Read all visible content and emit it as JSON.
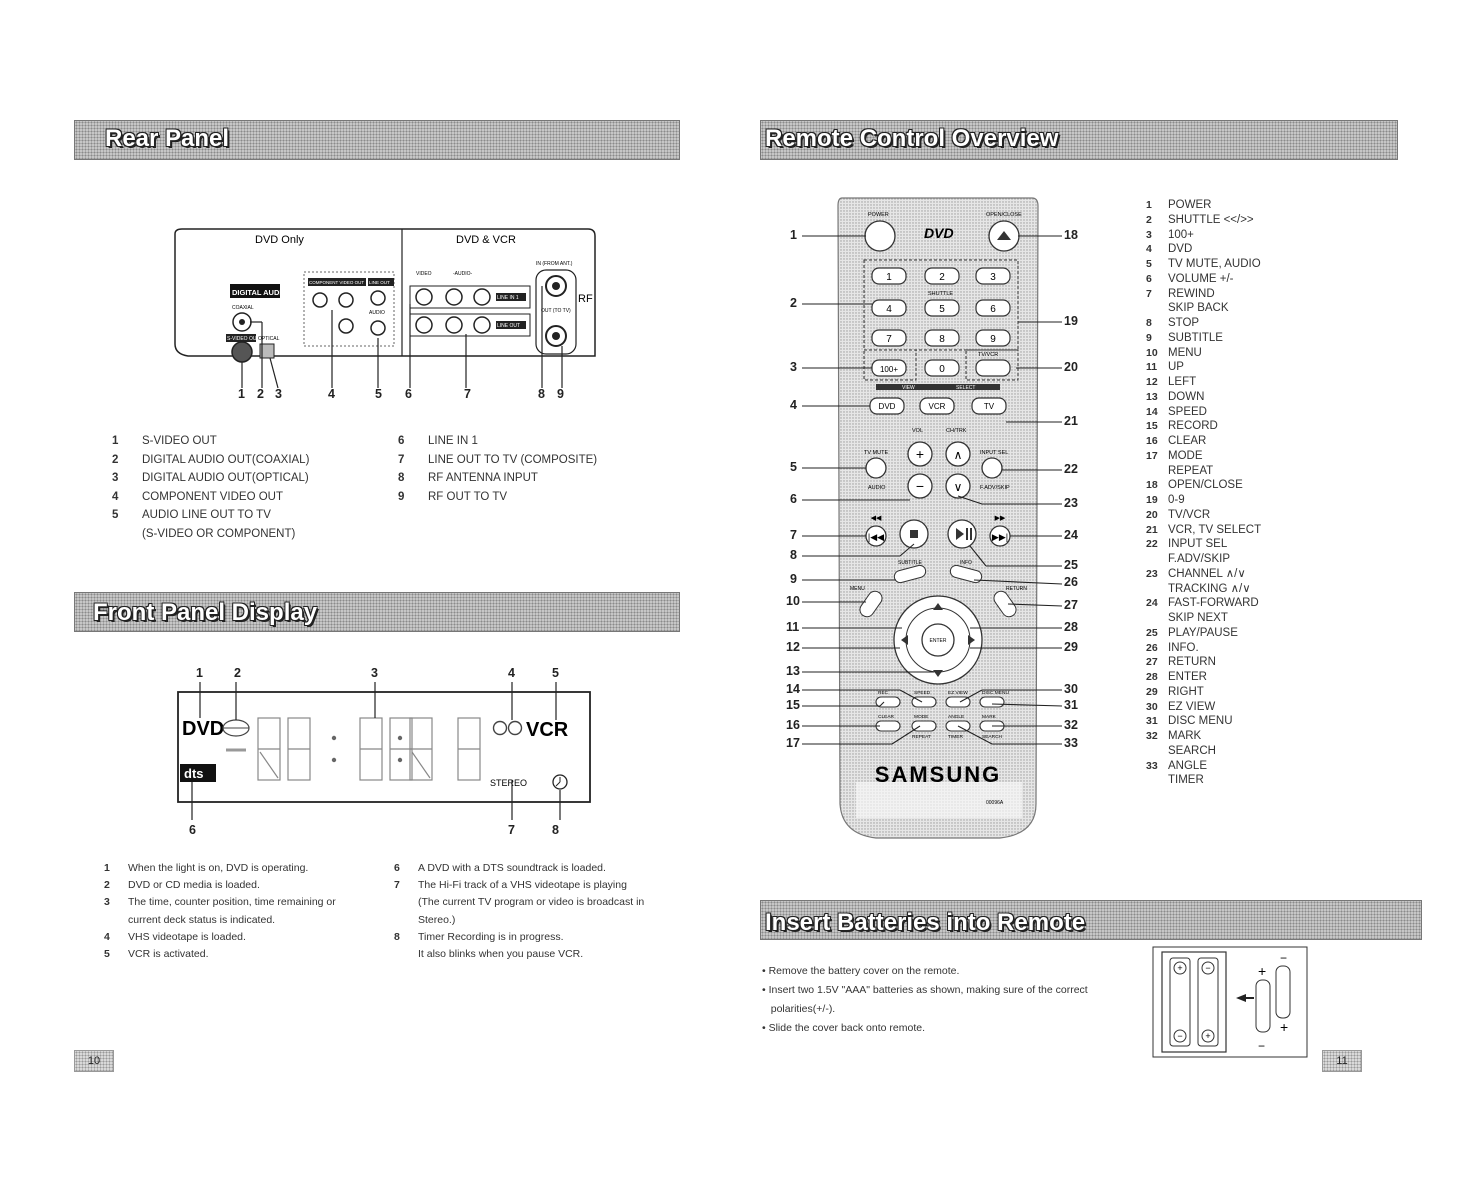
{
  "sections": {
    "rear_panel": "Rear Panel",
    "remote_overview": "Remote Control Overview",
    "front_panel": "Front Panel Display",
    "insert_batteries": "Insert Batteries into Remote"
  },
  "rear_diagram": {
    "dvd_only": "DVD Only",
    "dvd_vcr": "DVD & VCR",
    "digital_audio_out": "DIGITAL AUDIO OUT",
    "coaxial": "COAXIAL",
    "optical": "OPTICAL",
    "svideo_out": "S-VIDEO OUT",
    "component_video_out": "COMPONENT VIDEO OUT",
    "line_out": "LINE OUT",
    "audio": "AUDIO",
    "video": "VIDEO",
    "audio_lr": "-AUDIO-",
    "line_in_1": "LINE IN 1",
    "line_out2": "LINE OUT",
    "in_from_ant": "IN (FROM ANT.)",
    "out_to_tv": "OUT (TO TV)",
    "rf": "RF",
    "callouts": [
      "1",
      "2",
      "3",
      "4",
      "5",
      "6",
      "7",
      "8",
      "9"
    ]
  },
  "rear_list_left": [
    {
      "n": "1",
      "t": "S-VIDEO OUT"
    },
    {
      "n": "2",
      "t": "DIGITAL AUDIO OUT(COAXIAL)"
    },
    {
      "n": "3",
      "t": "DIGITAL AUDIO OUT(OPTICAL)"
    },
    {
      "n": "4",
      "t": "COMPONENT VIDEO OUT"
    },
    {
      "n": "5",
      "t": "AUDIO LINE OUT TO TV"
    },
    {
      "n": "",
      "t": "(S-VIDEO OR COMPONENT)"
    }
  ],
  "rear_list_right": [
    {
      "n": "6",
      "t": "LINE IN 1"
    },
    {
      "n": "7",
      "t": "LINE OUT TO TV (COMPOSITE)"
    },
    {
      "n": "8",
      "t": "RF ANTENNA INPUT"
    },
    {
      "n": "9",
      "t": "RF OUT TO TV"
    }
  ],
  "front_diagram": {
    "dvd": "DVD",
    "vcr": "VCR",
    "dts": "dts",
    "stereo": "STEREO",
    "top_callouts": [
      "1",
      "2",
      "3",
      "4",
      "5"
    ],
    "bottom_callouts": [
      "6",
      "7",
      "8"
    ]
  },
  "front_list_left": [
    {
      "n": "1",
      "t": "When the light is on, DVD is operating."
    },
    {
      "n": "2",
      "t": "DVD or CD media is loaded."
    },
    {
      "n": "3",
      "t": "The time, counter position, time remaining or"
    },
    {
      "n": "",
      "t": "current deck status is indicated."
    },
    {
      "n": "4",
      "t": "VHS videotape is loaded."
    },
    {
      "n": "5",
      "t": "VCR is activated."
    }
  ],
  "front_list_right": [
    {
      "n": "6",
      "t": "A DVD with a DTS soundtrack is loaded."
    },
    {
      "n": "7",
      "t": "The Hi-Fi track of a VHS videotape is playing"
    },
    {
      "n": "",
      "t": "(The current TV program or video is broadcast in"
    },
    {
      "n": "",
      "t": "Stereo.)"
    },
    {
      "n": "8",
      "t": "Timer Recording is in progress."
    },
    {
      "n": "",
      "t": "It also blinks when you pause VCR."
    }
  ],
  "remote": {
    "brand": "SAMSUNG",
    "model": "00096A",
    "power": "POWER",
    "open_close": "OPEN/CLOSE",
    "shuttle": "SHUTTLE",
    "tv_vcr": "TV/VCR",
    "view": "VIEW",
    "select": "SELECT",
    "dvd": "DVD",
    "vcr": "VCR",
    "tv": "TV",
    "vol": "VOL",
    "ch_trk": "CH/TRK",
    "tv_mute": "TV MUTE",
    "audio": "AUDIO",
    "input_sel": "INPUT SEL",
    "fadv_skip": "F.ADV/SKIP",
    "enter": "ENTER",
    "subtitle": "SUBTITLE",
    "info": "INFO",
    "menu": "MENU",
    "return": "RETURN",
    "rec": "REC",
    "speed": "SPEED",
    "ez_view": "EZ VIEW",
    "disc_menu": "DISC MENU",
    "clear": "CLEAR",
    "mode": "MODE",
    "angle": "ANGLE",
    "mark": "MARK",
    "repeat": "REPEAT",
    "timer": "TIMER",
    "search": "SEARCH",
    "digits": [
      "1",
      "2",
      "3",
      "4",
      "5",
      "6",
      "7",
      "8",
      "9",
      "100+",
      "0"
    ],
    "left_callouts": [
      "1",
      "2",
      "3",
      "4",
      "5",
      "6",
      "7",
      "8",
      "9",
      "10",
      "11",
      "12",
      "13",
      "14",
      "15",
      "16",
      "17"
    ],
    "right_callouts": [
      "18",
      "19",
      "20",
      "21",
      "22",
      "23",
      "24",
      "25",
      "26",
      "27",
      "28",
      "29",
      "30",
      "31",
      "32",
      "33"
    ]
  },
  "remote_list": [
    {
      "n": "1",
      "t": "POWER"
    },
    {
      "n": "2",
      "t": "SHUTTLE <</>>"
    },
    {
      "n": "3",
      "t": "100+"
    },
    {
      "n": "4",
      "t": "DVD"
    },
    {
      "n": "5",
      "t": "TV MUTE, AUDIO"
    },
    {
      "n": "6",
      "t": "VOLUME +/-"
    },
    {
      "n": "7",
      "t": "REWIND"
    },
    {
      "n": "",
      "t": "SKIP BACK"
    },
    {
      "n": "8",
      "t": "STOP"
    },
    {
      "n": "9",
      "t": "SUBTITLE"
    },
    {
      "n": "10",
      "t": "MENU"
    },
    {
      "n": "11",
      "t": "UP"
    },
    {
      "n": "12",
      "t": "LEFT"
    },
    {
      "n": "13",
      "t": "DOWN"
    },
    {
      "n": "14",
      "t": "SPEED"
    },
    {
      "n": "15",
      "t": "RECORD"
    },
    {
      "n": "16",
      "t": "CLEAR"
    },
    {
      "n": "17",
      "t": "MODE"
    },
    {
      "n": "",
      "t": "REPEAT"
    },
    {
      "n": "18",
      "t": "OPEN/CLOSE"
    },
    {
      "n": "19",
      "t": "0-9"
    },
    {
      "n": "20",
      "t": "TV/VCR"
    },
    {
      "n": "21",
      "t": "VCR, TV SELECT"
    },
    {
      "n": "22",
      "t": "INPUT SEL"
    },
    {
      "n": "",
      "t": "F.ADV/SKIP"
    },
    {
      "n": "23",
      "t": "CHANNEL ∧/∨"
    },
    {
      "n": "",
      "t": "TRACKING ∧/∨"
    },
    {
      "n": "24",
      "t": "FAST-FORWARD"
    },
    {
      "n": "",
      "t": "SKIP NEXT"
    },
    {
      "n": "25",
      "t": "PLAY/PAUSE"
    },
    {
      "n": "26",
      "t": "INFO."
    },
    {
      "n": "27",
      "t": "RETURN"
    },
    {
      "n": "28",
      "t": "ENTER"
    },
    {
      "n": "29",
      "t": "RIGHT"
    },
    {
      "n": "30",
      "t": "EZ VIEW"
    },
    {
      "n": "31",
      "t": "DISC MENU"
    },
    {
      "n": "32",
      "t": "MARK"
    },
    {
      "n": "",
      "t": "SEARCH"
    },
    {
      "n": "33",
      "t": "ANGLE"
    },
    {
      "n": "",
      "t": "TIMER"
    }
  ],
  "battery_bullets": [
    "• Remove the battery cover on the remote.",
    "• Insert two 1.5V \"AAA\" batteries as shown, making sure of the correct",
    "   polarities(+/-).",
    "• Slide the cover back onto remote."
  ],
  "page_numbers": {
    "left": "10",
    "right": "11"
  }
}
